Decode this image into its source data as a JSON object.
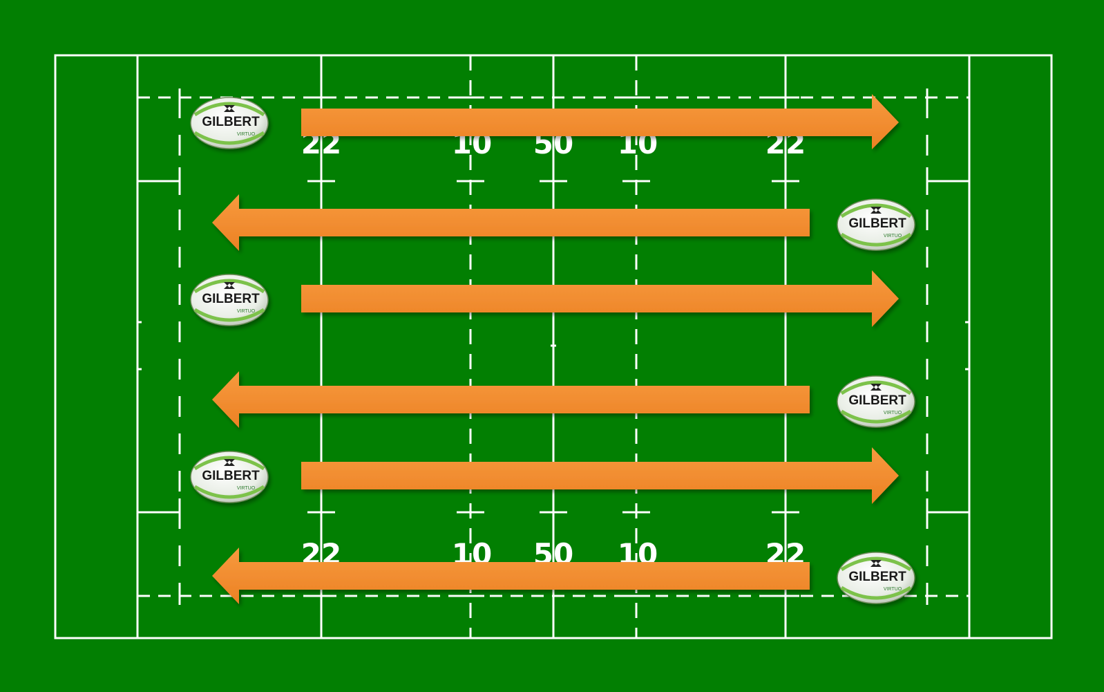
{
  "colors": {
    "grass": "#027f02",
    "lines": "#ffffff",
    "arrow": "#f48a2c",
    "arrow_shade": "#d8701a"
  },
  "yard_labels": {
    "top": [
      "22",
      "10",
      "50",
      "10",
      "22"
    ],
    "bottom": [
      "22",
      "10",
      "50",
      "10",
      "22"
    ]
  },
  "ball": {
    "brand": "GILBERT",
    "model": "VIRTUO",
    "icon": "rugby-ball-icon"
  },
  "arrows": [
    "right",
    "left",
    "right",
    "left",
    "right",
    "left"
  ]
}
